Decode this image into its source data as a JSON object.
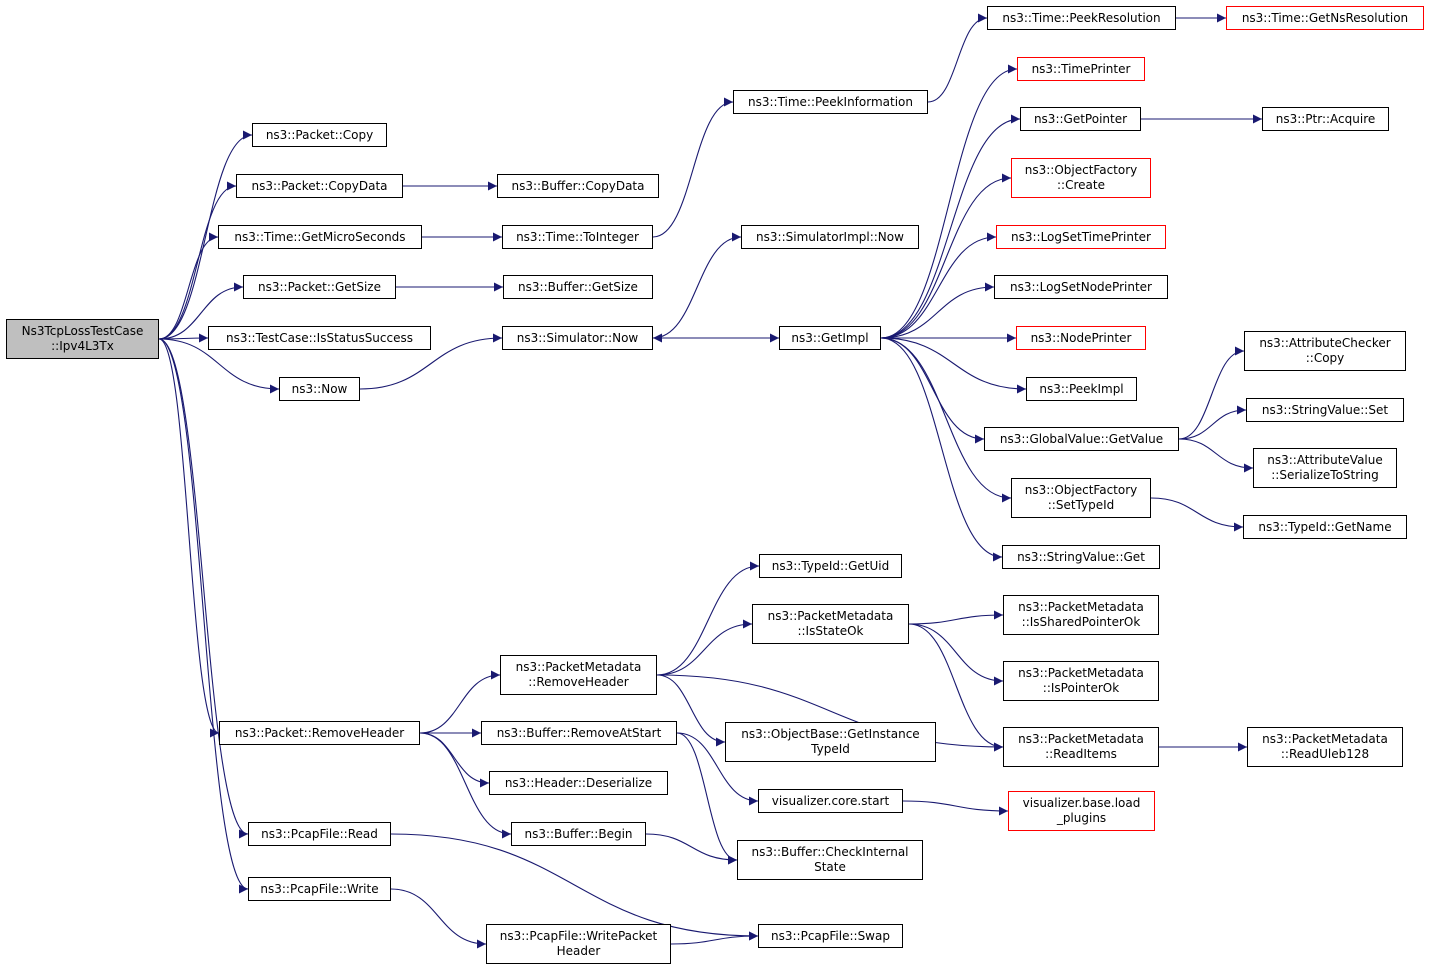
{
  "colors": {
    "edge": "#191970",
    "node_border": "#000000",
    "incomplete_border": "#ff0000",
    "root_fill": "#bfbfbf"
  },
  "nodes": [
    {
      "id": "root",
      "label": "Ns3TcpLossTestCase\n::Ipv4L3Tx",
      "kind": "root"
    },
    {
      "id": "packet-copy",
      "label": "ns3::Packet::Copy"
    },
    {
      "id": "packet-copydata",
      "label": "ns3::Packet::CopyData"
    },
    {
      "id": "buffer-copydata",
      "label": "ns3::Buffer::CopyData"
    },
    {
      "id": "time-getmicroseconds",
      "label": "ns3::Time::GetMicroSeconds"
    },
    {
      "id": "time-tointeger",
      "label": "ns3::Time::ToInteger"
    },
    {
      "id": "packet-getsize",
      "label": "ns3::Packet::GetSize"
    },
    {
      "id": "buffer-getsize",
      "label": "ns3::Buffer::GetSize"
    },
    {
      "id": "testcase-isstatussuccess",
      "label": "ns3::TestCase::IsStatusSuccess"
    },
    {
      "id": "ns3-now",
      "label": "ns3::Now"
    },
    {
      "id": "simulator-now",
      "label": "ns3::Simulator::Now"
    },
    {
      "id": "time-peekinformation",
      "label": "ns3::Time::PeekInformation"
    },
    {
      "id": "time-peekresolution",
      "label": "ns3::Time::PeekResolution"
    },
    {
      "id": "time-getnsresolution",
      "label": "ns3::Time::GetNsResolution",
      "kind": "incomplete"
    },
    {
      "id": "simulatorimpl-now",
      "label": "ns3::SimulatorImpl::Now"
    },
    {
      "id": "getimpl",
      "label": "ns3::GetImpl"
    },
    {
      "id": "timeprinter",
      "label": "ns3::TimePrinter",
      "kind": "incomplete"
    },
    {
      "id": "getpointer",
      "label": "ns3::GetPointer"
    },
    {
      "id": "ptr-acquire",
      "label": "ns3::Ptr::Acquire"
    },
    {
      "id": "objectfactory-create",
      "label": "ns3::ObjectFactory\n::Create",
      "kind": "incomplete"
    },
    {
      "id": "logsettimeprinter",
      "label": "ns3::LogSetTimePrinter",
      "kind": "incomplete"
    },
    {
      "id": "logsetnodeprinter",
      "label": "ns3::LogSetNodePrinter"
    },
    {
      "id": "nodeprinter",
      "label": "ns3::NodePrinter",
      "kind": "incomplete"
    },
    {
      "id": "peekimpl",
      "label": "ns3::PeekImpl"
    },
    {
      "id": "globalvalue-getvalue",
      "label": "ns3::GlobalValue::GetValue"
    },
    {
      "id": "attributechecker-copy",
      "label": "ns3::AttributeChecker\n::Copy"
    },
    {
      "id": "stringvalue-set",
      "label": "ns3::StringValue::Set"
    },
    {
      "id": "attributevalue-serializetostring",
      "label": "ns3::AttributeValue\n::SerializeToString"
    },
    {
      "id": "objectfactory-settypeid",
      "label": "ns3::ObjectFactory\n::SetTypeId"
    },
    {
      "id": "typeid-getname",
      "label": "ns3::TypeId::GetName"
    },
    {
      "id": "stringvalue-get",
      "label": "ns3::StringValue::Get"
    },
    {
      "id": "typeid-getuid",
      "label": "ns3::TypeId::GetUid"
    },
    {
      "id": "packetmetadata-isstateok",
      "label": "ns3::PacketMetadata\n::IsStateOk"
    },
    {
      "id": "packetmetadata-issharedpointerok",
      "label": "ns3::PacketMetadata\n::IsSharedPointerOk"
    },
    {
      "id": "packetmetadata-removeheader",
      "label": "ns3::PacketMetadata\n::RemoveHeader"
    },
    {
      "id": "packetmetadata-ispointerok",
      "label": "ns3::PacketMetadata\n::IsPointerOk"
    },
    {
      "id": "packet-removeheader",
      "label": "ns3::Packet::RemoveHeader"
    },
    {
      "id": "buffer-removeatstart",
      "label": "ns3::Buffer::RemoveAtStart"
    },
    {
      "id": "objectbase-getinstancetypeid",
      "label": "ns3::ObjectBase::GetInstance\nTypeId"
    },
    {
      "id": "packetmetadata-readitems",
      "label": "ns3::PacketMetadata\n::ReadItems"
    },
    {
      "id": "packetmetadata-readuleb128",
      "label": "ns3::PacketMetadata\n::ReadUleb128"
    },
    {
      "id": "header-deserialize",
      "label": "ns3::Header::Deserialize"
    },
    {
      "id": "visualizer-core-start",
      "label": "visualizer.core.start"
    },
    {
      "id": "visualizer-base-load-plugins",
      "label": "visualizer.base.load\n_plugins",
      "kind": "incomplete"
    },
    {
      "id": "pcapfile-read",
      "label": "ns3::PcapFile::Read"
    },
    {
      "id": "buffer-begin",
      "label": "ns3::Buffer::Begin"
    },
    {
      "id": "buffer-checkinternalstate",
      "label": "ns3::Buffer::CheckInternal\nState"
    },
    {
      "id": "pcapfile-write",
      "label": "ns3::PcapFile::Write"
    },
    {
      "id": "pcapfile-writepacketheader",
      "label": "ns3::PcapFile::WritePacket\nHeader"
    },
    {
      "id": "pcapfile-swap",
      "label": "ns3::PcapFile::Swap"
    }
  ],
  "edges": [
    [
      "root",
      "packet-copy"
    ],
    [
      "root",
      "packet-copydata"
    ],
    [
      "root",
      "time-getmicroseconds"
    ],
    [
      "root",
      "packet-getsize"
    ],
    [
      "root",
      "testcase-isstatussuccess"
    ],
    [
      "root",
      "ns3-now"
    ],
    [
      "root",
      "packet-removeheader"
    ],
    [
      "root",
      "pcapfile-read"
    ],
    [
      "root",
      "pcapfile-write"
    ],
    [
      "packet-copydata",
      "buffer-copydata"
    ],
    [
      "time-getmicroseconds",
      "time-tointeger"
    ],
    [
      "packet-getsize",
      "buffer-getsize"
    ],
    [
      "ns3-now",
      "simulator-now"
    ],
    [
      "time-tointeger",
      "time-peekinformation"
    ],
    [
      "time-peekinformation",
      "time-peekresolution"
    ],
    [
      "time-peekresolution",
      "time-getnsresolution"
    ],
    [
      "simulator-now",
      "simulatorimpl-now"
    ],
    [
      "simulator-now",
      "getimpl"
    ],
    [
      "getimpl",
      "simulator-now"
    ],
    [
      "getimpl",
      "timeprinter"
    ],
    [
      "getimpl",
      "getpointer"
    ],
    [
      "getimpl",
      "objectfactory-create"
    ],
    [
      "getimpl",
      "logsettimeprinter"
    ],
    [
      "getimpl",
      "logsetnodeprinter"
    ],
    [
      "getimpl",
      "nodeprinter"
    ],
    [
      "getimpl",
      "peekimpl"
    ],
    [
      "getimpl",
      "globalvalue-getvalue"
    ],
    [
      "getimpl",
      "objectfactory-settypeid"
    ],
    [
      "getimpl",
      "stringvalue-get"
    ],
    [
      "getpointer",
      "ptr-acquire"
    ],
    [
      "globalvalue-getvalue",
      "attributechecker-copy"
    ],
    [
      "globalvalue-getvalue",
      "stringvalue-set"
    ],
    [
      "globalvalue-getvalue",
      "attributevalue-serializetostring"
    ],
    [
      "objectfactory-settypeid",
      "typeid-getname"
    ],
    [
      "packet-removeheader",
      "packetmetadata-removeheader"
    ],
    [
      "packet-removeheader",
      "buffer-removeatstart"
    ],
    [
      "packet-removeheader",
      "header-deserialize"
    ],
    [
      "packet-removeheader",
      "buffer-begin"
    ],
    [
      "packetmetadata-removeheader",
      "typeid-getuid"
    ],
    [
      "packetmetadata-removeheader",
      "packetmetadata-isstateok"
    ],
    [
      "packetmetadata-removeheader",
      "objectbase-getinstancetypeid"
    ],
    [
      "packetmetadata-removeheader",
      "packetmetadata-readitems"
    ],
    [
      "packetmetadata-isstateok",
      "packetmetadata-issharedpointerok"
    ],
    [
      "packetmetadata-isstateok",
      "packetmetadata-ispointerok"
    ],
    [
      "packetmetadata-isstateok",
      "packetmetadata-readitems"
    ],
    [
      "packetmetadata-readitems",
      "packetmetadata-readuleb128"
    ],
    [
      "buffer-removeatstart",
      "visualizer-core-start"
    ],
    [
      "buffer-removeatstart",
      "buffer-checkinternalstate"
    ],
    [
      "visualizer-core-start",
      "visualizer-base-load-plugins"
    ],
    [
      "buffer-begin",
      "buffer-checkinternalstate"
    ],
    [
      "pcapfile-read",
      "pcapfile-swap"
    ],
    [
      "pcapfile-write",
      "pcapfile-writepacketheader"
    ],
    [
      "pcapfile-writepacketheader",
      "pcapfile-swap"
    ]
  ]
}
